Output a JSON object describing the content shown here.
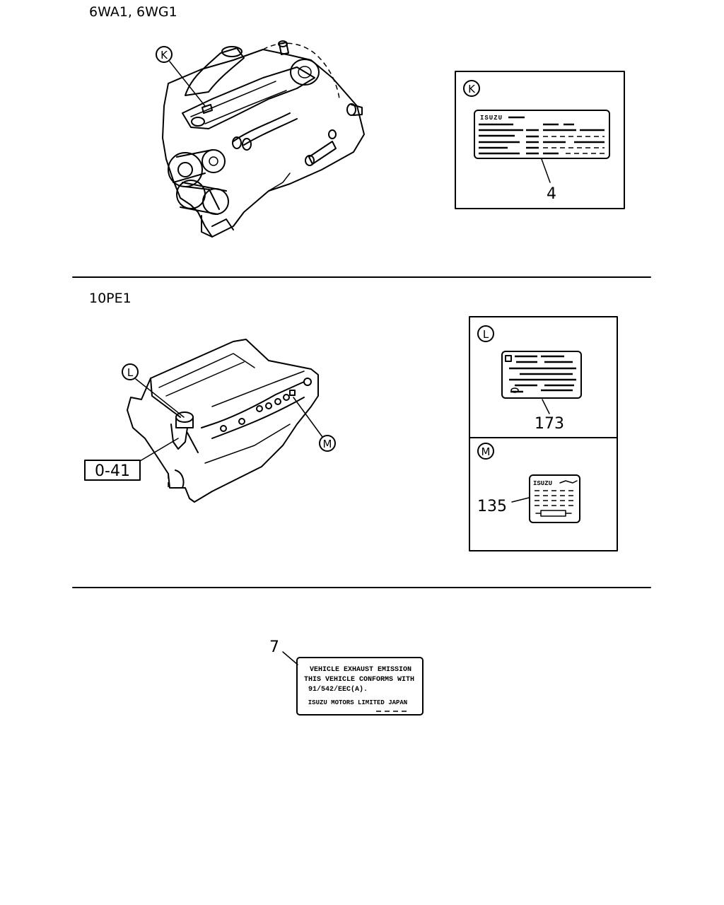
{
  "sections": {
    "section1_title": "6WA1, 6WG1",
    "section2_title": "10PE1"
  },
  "callouts": {
    "k": "K",
    "l": "L",
    "m": "M"
  },
  "parts": {
    "part_4": "4",
    "part_173": "173",
    "part_135": "135",
    "part_7": "7",
    "ref_box": "0-41"
  },
  "labels": {
    "isuzu_brand": "ISUZU",
    "emission_line1": "VEHICLE EXHAUST EMISSION",
    "emission_line2": "THIS VEHICLE CONFORMS WITH",
    "emission_line3": "91/542/EEC(A).",
    "emission_line4": "ISUZU MOTORS LIMITED JAPAN"
  }
}
